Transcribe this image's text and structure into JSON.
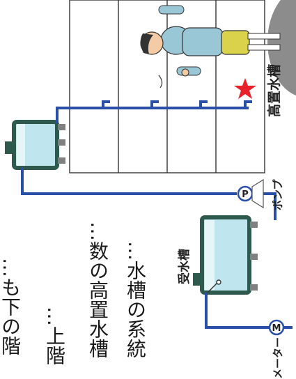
{
  "labels": {
    "elevated_tank": "高置水槽",
    "receiving_tank": "受水槽",
    "pump": "ポンプ",
    "pump_symbol": "P",
    "meter": "メーター",
    "meter_symbol": "M"
  },
  "text_lines": [
    "…も下の階",
    "…上階",
    "…数の高置水槽",
    "…水槽の系統"
  ],
  "colors": {
    "pipe": "#2a4fa8",
    "tank_water": "#bfe6ee",
    "tank_frame": "#2e5a4e",
    "valve": "#808080",
    "star": "#e8202a",
    "building_line": "#333333",
    "ground": "#8c8c8c"
  }
}
